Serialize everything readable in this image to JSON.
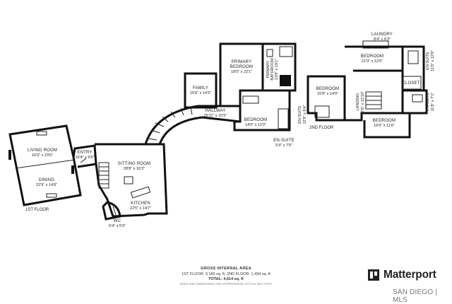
{
  "floors": {
    "first": "1ST FLOOR",
    "second": "2ND FLOOR"
  },
  "rooms": {
    "living": {
      "name": "LIVING ROOM",
      "dim": "16'0\" x 23'0\""
    },
    "dining": {
      "name": "DINING",
      "dim": "22'9\" x 14'8\""
    },
    "entry": {
      "name": "ENTRY",
      "dim": "10'4\" x 9'6\""
    },
    "sitting": {
      "name": "SITTING ROOM",
      "dim": "28'8\" x 16'3\""
    },
    "kitchen": {
      "name": "KITCHEN",
      "dim": "22'5\" x 14'7\""
    },
    "wc": {
      "name": "WC",
      "dim": "6'4\" x 5'9\""
    },
    "family": {
      "name": "FAMILY",
      "dim": "15'6\" x 14'3\""
    },
    "hallway": {
      "name": "HALLWAY",
      "dim": "25'11\" x 10'5\""
    },
    "primary_bedroom": {
      "name1": "PRIMARY",
      "name2": "BEDROOM",
      "dim": "18'0\" x 22'1\""
    },
    "primary_bath": {
      "name1": "PRIMARY",
      "name2": "BATHROOM",
      "dim": "13'9\" x 19'1\""
    },
    "bedroom_a": {
      "name": "BEDROOM",
      "dim": "14'0\" x 11'0\""
    },
    "ensuite_a": {
      "name": "EN-SUITE",
      "dim": "5'4\" x 7'6\""
    },
    "ensuite_b": {
      "name": "EN-SUITE",
      "dim": "12'9\" x 6'4\""
    },
    "bedroom_b": {
      "name": "BEDROOM",
      "dim": "15'8\" x 14'0\""
    },
    "laundry": {
      "name": "LAUNDRY",
      "dim": "8'4\" x 6'3\""
    },
    "bedroom_c": {
      "name": "BEDROOM",
      "dim": "21'0\" x 12'6\""
    },
    "closet": {
      "name": "CLOSET"
    },
    "landing": {
      "name": "LANDING",
      "dim": "7'6\" x 12'10\""
    },
    "bedroom_d": {
      "name": "BEDROOM",
      "dim": "16'0\" x 11'6\""
    },
    "ensuite_c": {
      "name": "EN-SUITE",
      "dim": "11'0\" x 12'6\""
    },
    "ensuite_d": {
      "name": "EN-SUITE",
      "dim": "11'8\" x 7'1\""
    }
  },
  "footer": {
    "heading": "GROSS INTERNAL AREA",
    "floors_line": "1ST FLOOR: 3,180 sq. ft, 2ND FLOOR: 1,434 sq. ft",
    "total_line": "TOTAL: 4,614 sq. ft",
    "disclaimer": "SIZES AND DIMENSIONS ARE APPROXIMATE, ACTUAL MAY VARY."
  },
  "brand": {
    "name": "Matterport",
    "icon": "matterport-logo-icon",
    "mls": "SAN DIEGO | MLS"
  },
  "colors": {
    "walls": "#111111",
    "text": "#222222",
    "background": "#ffffff"
  }
}
